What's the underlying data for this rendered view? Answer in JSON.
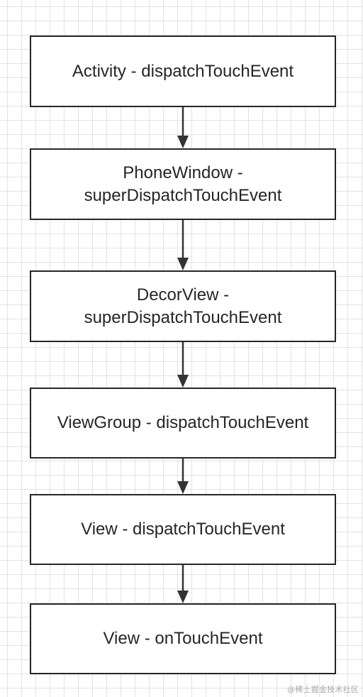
{
  "diagram": {
    "type": "flowchart",
    "direction": "top-to-bottom",
    "colors": {
      "box_border": "#262626",
      "box_fill": "#ffffff",
      "text": "#262626",
      "arrow": "#333333",
      "grid": "#e3e3e3"
    },
    "nodes": [
      {
        "id": "activity",
        "lines": [
          "Activity - dispatchTouchEvent"
        ]
      },
      {
        "id": "phone-window",
        "lines": [
          "PhoneWindow -",
          "superDispatchTouchEvent"
        ]
      },
      {
        "id": "decor-view",
        "lines": [
          "DecorView -",
          "superDispatchTouchEvent"
        ]
      },
      {
        "id": "view-group",
        "lines": [
          "ViewGroup - dispatchTouchEvent"
        ]
      },
      {
        "id": "view-dispatch",
        "lines": [
          "View - dispatchTouchEvent"
        ]
      },
      {
        "id": "view-ontouch",
        "lines": [
          "View - onTouchEvent"
        ]
      }
    ],
    "edges": [
      {
        "from": "activity",
        "to": "phone-window"
      },
      {
        "from": "phone-window",
        "to": "decor-view"
      },
      {
        "from": "decor-view",
        "to": "view-group"
      },
      {
        "from": "view-group",
        "to": "view-dispatch"
      },
      {
        "from": "view-dispatch",
        "to": "view-ontouch"
      }
    ]
  },
  "watermark": "@稀土掘金技术社区"
}
